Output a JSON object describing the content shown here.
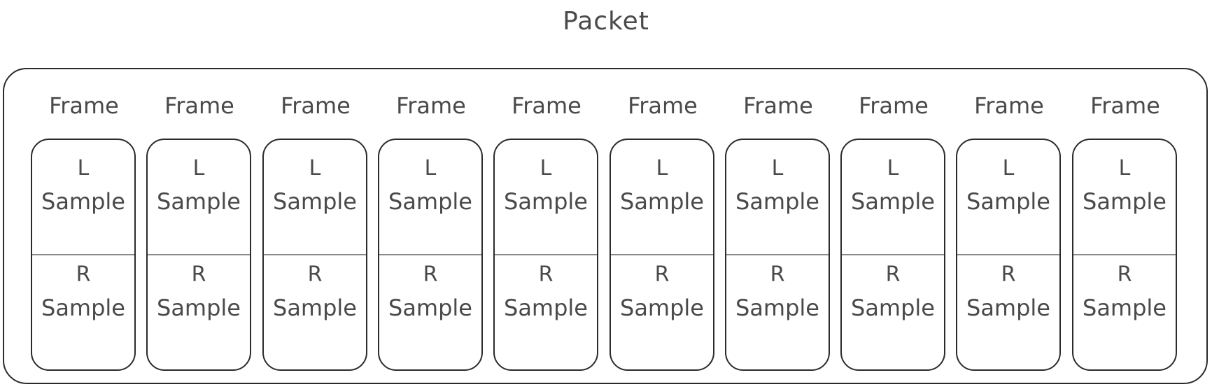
{
  "title": "Packet",
  "frames": [
    {
      "label": "Frame",
      "left": {
        "channel": "L",
        "word": "Sample"
      },
      "right": {
        "channel": "R",
        "word": "Sample"
      }
    },
    {
      "label": "Frame",
      "left": {
        "channel": "L",
        "word": "Sample"
      },
      "right": {
        "channel": "R",
        "word": "Sample"
      }
    },
    {
      "label": "Frame",
      "left": {
        "channel": "L",
        "word": "Sample"
      },
      "right": {
        "channel": "R",
        "word": "Sample"
      }
    },
    {
      "label": "Frame",
      "left": {
        "channel": "L",
        "word": "Sample"
      },
      "right": {
        "channel": "R",
        "word": "Sample"
      }
    },
    {
      "label": "Frame",
      "left": {
        "channel": "L",
        "word": "Sample"
      },
      "right": {
        "channel": "R",
        "word": "Sample"
      }
    },
    {
      "label": "Frame",
      "left": {
        "channel": "L",
        "word": "Sample"
      },
      "right": {
        "channel": "R",
        "word": "Sample"
      }
    },
    {
      "label": "Frame",
      "left": {
        "channel": "L",
        "word": "Sample"
      },
      "right": {
        "channel": "R",
        "word": "Sample"
      }
    },
    {
      "label": "Frame",
      "left": {
        "channel": "L",
        "word": "Sample"
      },
      "right": {
        "channel": "R",
        "word": "Sample"
      }
    },
    {
      "label": "Frame",
      "left": {
        "channel": "L",
        "word": "Sample"
      },
      "right": {
        "channel": "R",
        "word": "Sample"
      }
    },
    {
      "label": "Frame",
      "left": {
        "channel": "L",
        "word": "Sample"
      },
      "right": {
        "channel": "R",
        "word": "Sample"
      }
    }
  ]
}
